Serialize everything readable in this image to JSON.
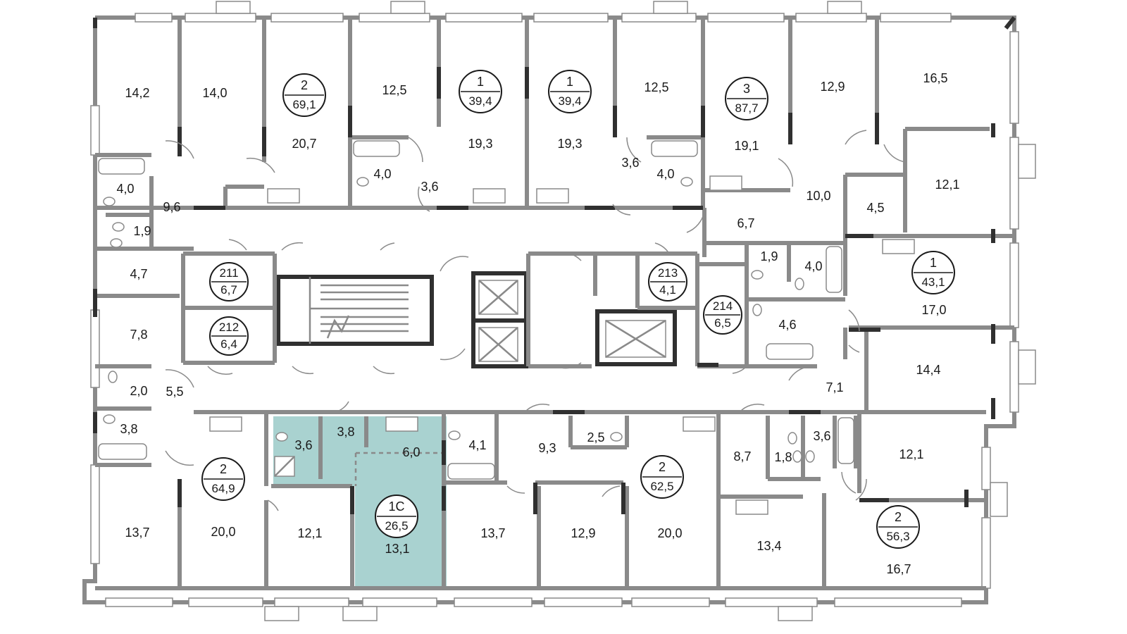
{
  "colors": {
    "wall": "#8a8a8a",
    "dark_wall": "#303030",
    "highlight": "#a9d2d0",
    "text": "#1a1a1a",
    "background": "#ffffff"
  },
  "apartments": [
    {
      "id": "apt-2-69",
      "rooms": "2",
      "area": "69,1"
    },
    {
      "id": "apt-1-39a",
      "rooms": "1",
      "area": "39,4"
    },
    {
      "id": "apt-1-39b",
      "rooms": "1",
      "area": "39,4"
    },
    {
      "id": "apt-3-87",
      "rooms": "3",
      "area": "87,7"
    },
    {
      "id": "apt-1-43",
      "rooms": "1",
      "area": "43,1"
    },
    {
      "id": "apt-2-64",
      "rooms": "2",
      "area": "64,9"
    },
    {
      "id": "apt-1c-26",
      "rooms": "1С",
      "area": "26,5"
    },
    {
      "id": "apt-2-62",
      "rooms": "2",
      "area": "62,5"
    },
    {
      "id": "apt-2-56",
      "rooms": "2",
      "area": "56,3"
    }
  ],
  "storage": [
    {
      "id": "st-211",
      "number": "211",
      "area": "6,7"
    },
    {
      "id": "st-212",
      "number": "212",
      "area": "6,4"
    },
    {
      "id": "st-213",
      "number": "213",
      "area": "4,1"
    },
    {
      "id": "st-214",
      "number": "214",
      "area": "6,5"
    }
  ],
  "rooms": [
    "14,2",
    "14,0",
    "20,7",
    "12,5",
    "19,3",
    "19,3",
    "12,5",
    "19,1",
    "12,9",
    "16,5",
    "4,0",
    "9,6",
    "1,9",
    "4,7",
    "7,8",
    "2,0",
    "5,5",
    "3,8",
    "4,0",
    "3,6",
    "3,6",
    "4,0",
    "10,0",
    "12,1",
    "4,5",
    "6,7",
    "1,9",
    "4,0",
    "17,0",
    "4,6",
    "14,4",
    "7,1",
    "3,6",
    "3,8",
    "6,0",
    "4,1",
    "9,3",
    "2,5",
    "8,7",
    "1,8",
    "3,6",
    "12,1",
    "13,7",
    "20,0",
    "12,1",
    "13,1",
    "13,7",
    "12,9",
    "20,0",
    "13,4",
    "16,7"
  ]
}
